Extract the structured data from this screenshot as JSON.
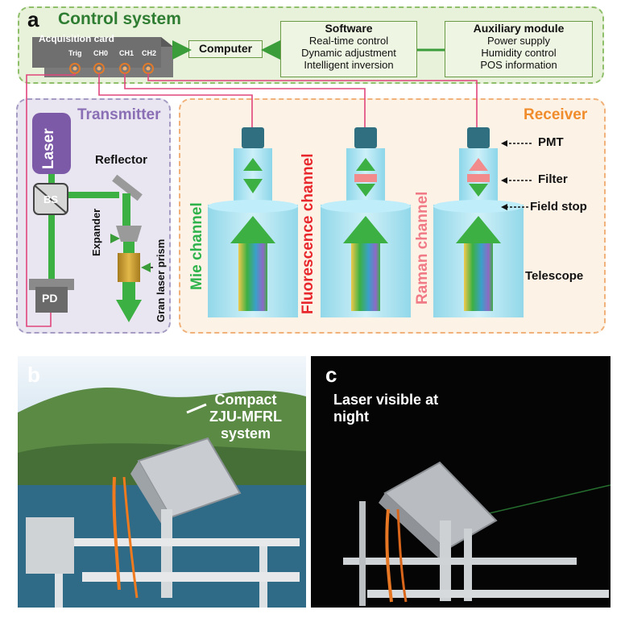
{
  "panel_a": {
    "letter": "a",
    "control_title": "Control system",
    "acquisition_card": "Acquisition card",
    "ports": [
      "Trig",
      "CH0",
      "CH1",
      "CH2"
    ],
    "computer": "Computer",
    "software": {
      "title": "Software",
      "lines": [
        "Real-time control",
        "Dynamic adjustment",
        "Intelligent inversion"
      ]
    },
    "auxiliary": {
      "title": "Auxiliary module",
      "lines": [
        "Power supply",
        "Humidity control",
        "POS information"
      ]
    },
    "transmitter": {
      "title": "Transmitter",
      "laser": "Laser",
      "bs": "BS",
      "pd": "PD",
      "reflector": "Reflector",
      "expander": "Expander",
      "prism": "Gran laser prism"
    },
    "receiver": {
      "title": "Receiver",
      "channels": [
        "Mie channel",
        "Fluorescence channel",
        "Raman channel"
      ],
      "components": [
        "PMT",
        "Filter",
        "Field stop",
        "Telescope"
      ]
    }
  },
  "panel_b": {
    "letter": "b",
    "caption": [
      "Compact",
      "ZJU-MFRL",
      "system"
    ]
  },
  "panel_c": {
    "letter": "c",
    "caption": [
      "Laser visible at",
      "night"
    ]
  },
  "colors": {
    "control_green": "#2e7d32",
    "transmitter_purple": "#8a6fb5",
    "receiver_orange": "#f08c2b",
    "beam_green": "#3cb043",
    "signal_line": "#e0457b",
    "mie_label": "#2db34a",
    "fluorescence_label": "#e8272c",
    "raman_label": "#f07a86"
  }
}
